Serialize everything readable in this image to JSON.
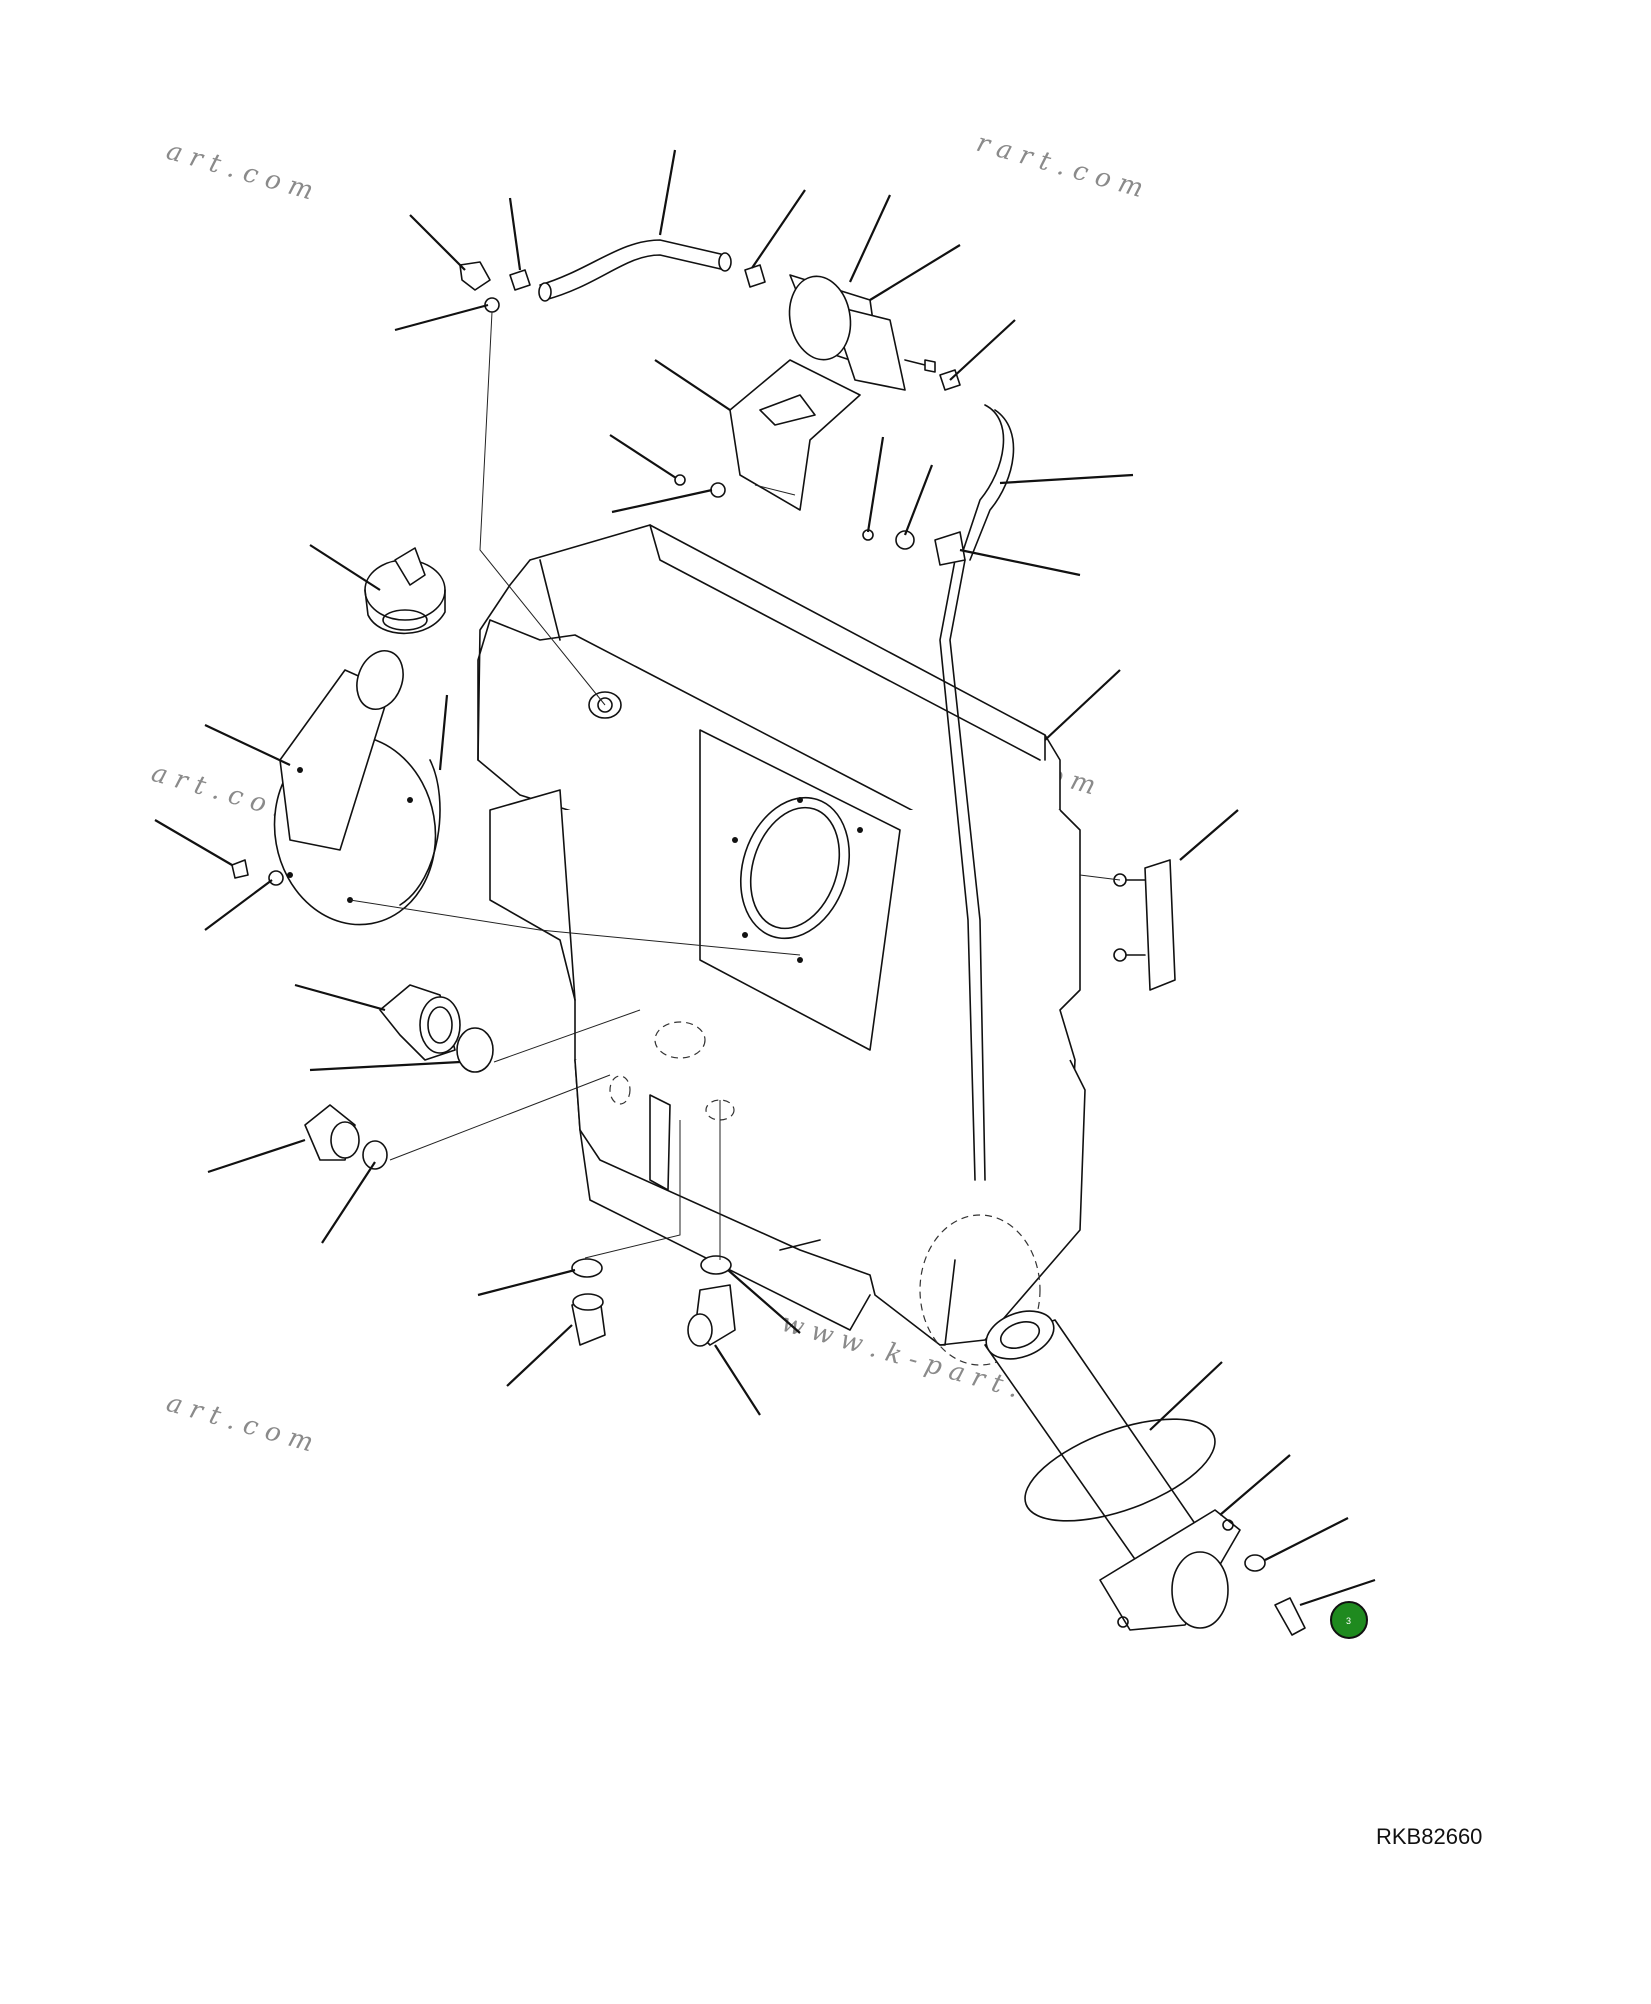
{
  "watermarks": [
    {
      "text": "a r t . c o m"
    },
    {
      "text": "r a r t . c o m"
    },
    {
      "text": "w w w . k - p a r t . c o m"
    },
    {
      "text": "a r t . c o m"
    },
    {
      "text": "w w w . k - p a r t . c o m"
    },
    {
      "text": "a r t . c o m"
    }
  ],
  "callout": {
    "number": "3",
    "color": "#1f8a1f"
  },
  "reference_code": "RKB82660"
}
